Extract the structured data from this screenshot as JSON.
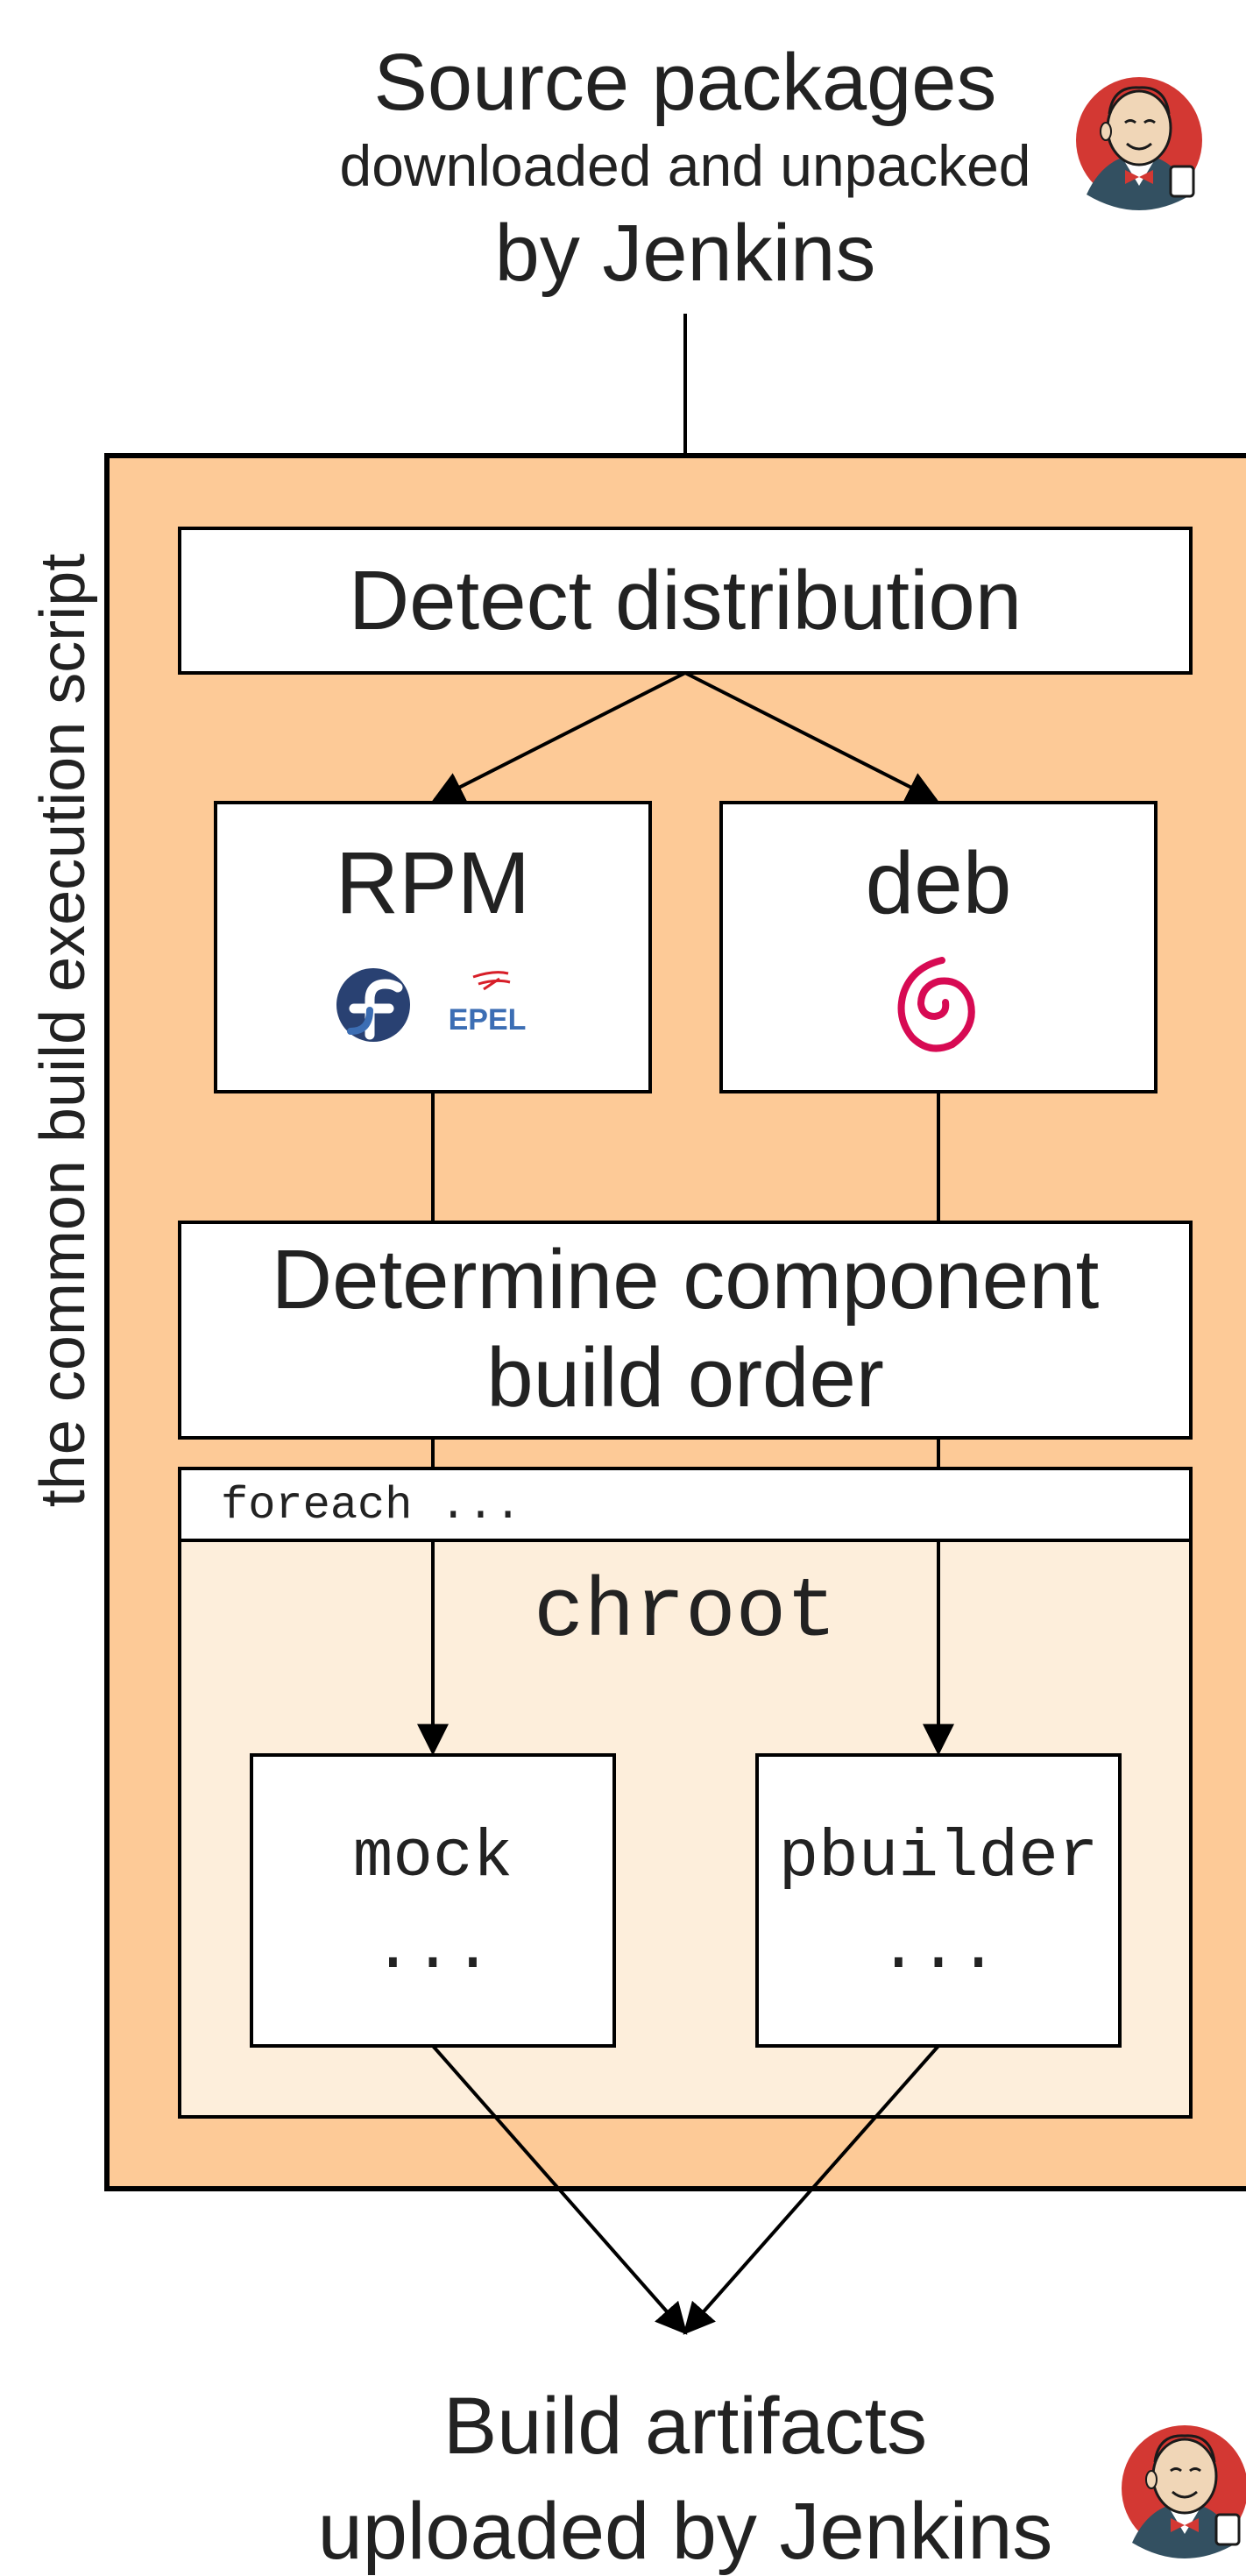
{
  "header": {
    "line1": "Source packages",
    "line2": "downloaded and unpacked",
    "line3": "by Jenkins"
  },
  "side_label": "the common build execution script",
  "nodes": {
    "detect": "Detect distribution",
    "rpm": {
      "title": "RPM",
      "logo_label": "EPEL"
    },
    "deb": {
      "title": "deb"
    },
    "order": {
      "line1": "Determine component",
      "line2": "build order"
    },
    "foreach": "foreach ...",
    "chroot": "chroot",
    "mock": {
      "title": "mock",
      "ellipsis": "..."
    },
    "pbuilder": {
      "title": "pbuilder",
      "ellipsis": "..."
    }
  },
  "footer": {
    "line1": "Build artifacts",
    "line2": "uploaded by Jenkins"
  },
  "colors": {
    "outer_fill": "#fdca97",
    "inner_fill": "#fdeedb",
    "stroke": "#000000",
    "text": "#222222",
    "fedora": "#294172",
    "debian": "#d70a53",
    "epel": "#3c6eb4",
    "jenkins_red": "#d33833"
  },
  "icons": [
    "jenkins-icon",
    "fedora-icon",
    "epel-icon",
    "debian-swirl-icon"
  ]
}
